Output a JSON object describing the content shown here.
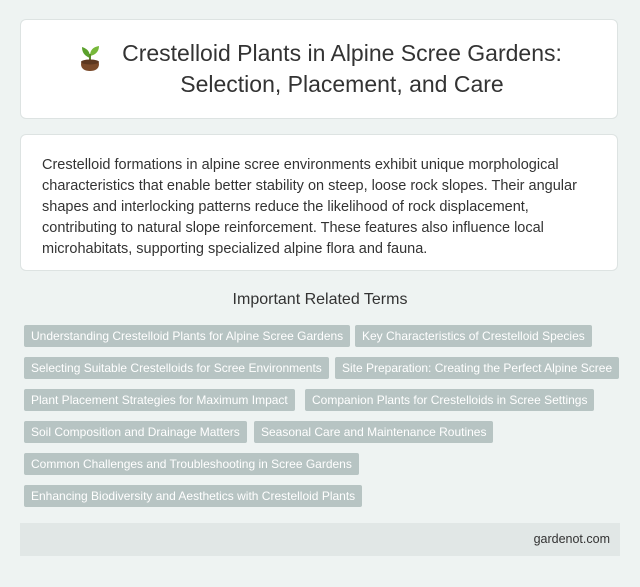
{
  "header": {
    "icon": "sprout-icon",
    "title_line1": "Crestelloid Plants in Alpine Scree Gardens:",
    "title_line2": "Selection, Placement, and Care"
  },
  "intro": {
    "text": "Crestelloid formations in alpine scree environments exhibit unique morphological characteristics that enable better stability on steep, loose rock slopes. Their angular shapes and interlocking patterns reduce the likelihood of rock displacement, contributing to natural slope reinforcement. These features also influence local microhabitats, supporting specialized alpine flora and fauna."
  },
  "related": {
    "heading": "Important Related Terms",
    "tags": [
      "Understanding Crestelloid Plants for Alpine Scree Gardens",
      "Key Characteristics of Crestelloid Species",
      "Selecting Suitable Crestelloids for Scree Environments",
      "Site Preparation: Creating the Perfect Alpine Scree",
      "Plant Placement Strategies for Maximum Impact",
      "Companion Plants for Crestelloids in Scree Settings",
      "Soil Composition and Drainage Matters",
      "Seasonal Care and Maintenance Routines",
      "Common Challenges and Troubleshooting in Scree Gardens",
      "Enhancing Biodiversity and Aesthetics with Crestelloid Plants"
    ]
  },
  "footer": {
    "site": "gardenot.com"
  },
  "colors": {
    "tag_bg": "#b7c4c3",
    "page_bg": "#eef3f2",
    "footer_bg": "#e1e7e6"
  }
}
